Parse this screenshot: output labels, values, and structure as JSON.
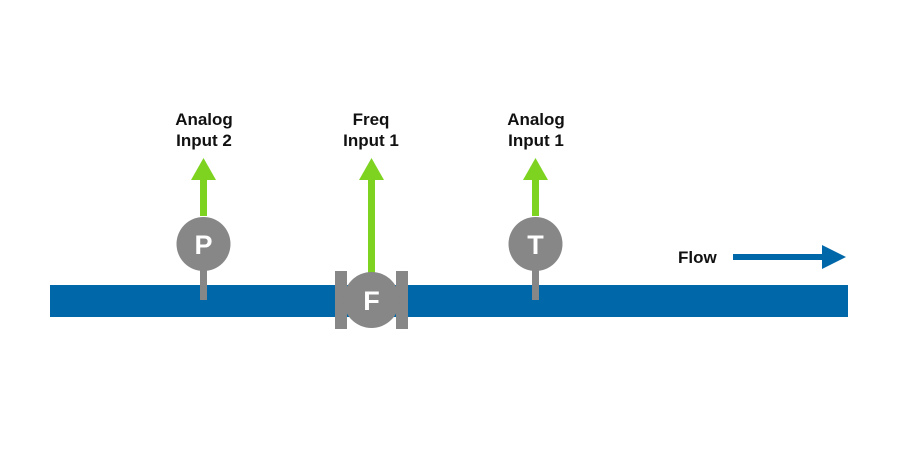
{
  "diagram": {
    "flow_label": "Flow",
    "colors": {
      "pipe": "#0068A8",
      "arrow": "#7ED321",
      "instrument": "#878787",
      "text": "#111111"
    },
    "instruments": [
      {
        "symbol": "P",
        "type": "pressure-transmitter",
        "label_line1": "Analog",
        "label_line2": "Input 2"
      },
      {
        "symbol": "F",
        "type": "flow-meter",
        "label_line1": "Freq",
        "label_line2": "Input 1"
      },
      {
        "symbol": "T",
        "type": "temperature-transmitter",
        "label_line1": "Analog",
        "label_line2": "Input 1"
      }
    ]
  }
}
